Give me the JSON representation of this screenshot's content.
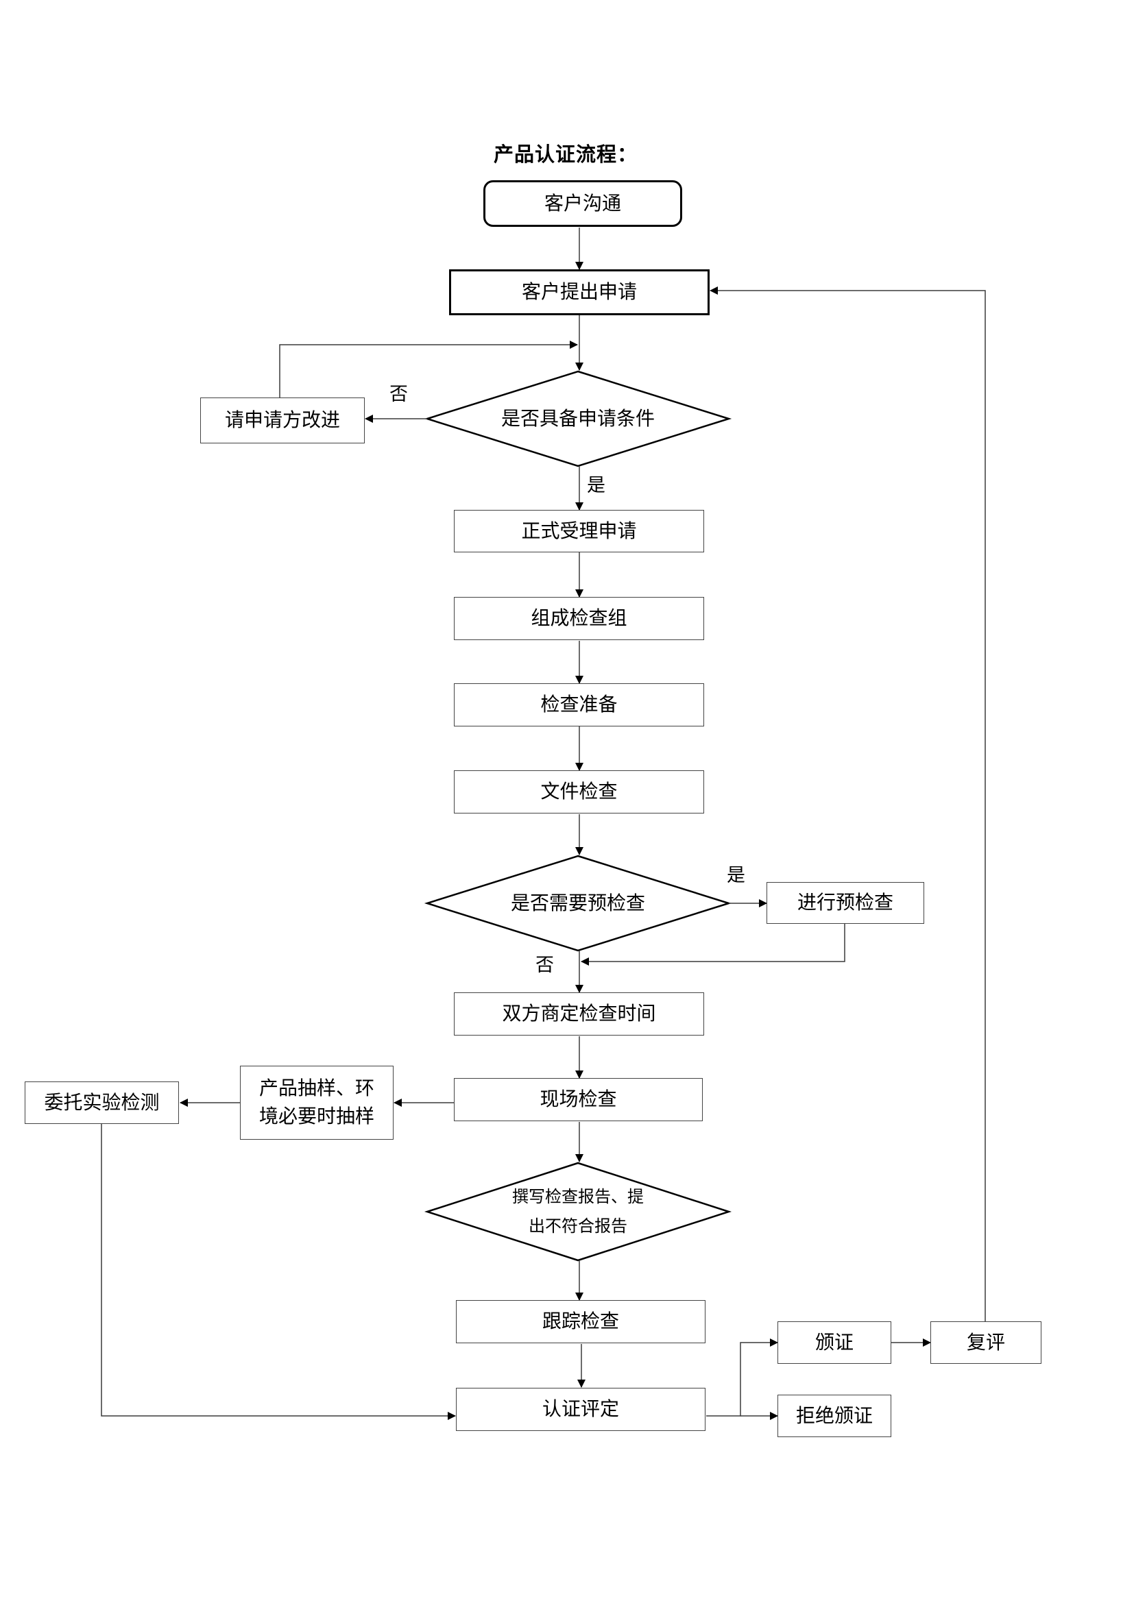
{
  "title": "产品认证流程：",
  "nodes": {
    "customer_communication": "客户沟通",
    "customer_application": "客户提出申请",
    "applicant_improve": "请申请方改进",
    "meets_conditions": "是否具备申请条件",
    "formal_acceptance": "正式受理申请",
    "form_inspection_team": "组成检查组",
    "inspection_preparation": "检查准备",
    "document_inspection": "文件检查",
    "need_pre_inspection": "是否需要预检查",
    "conduct_pre_inspection": "进行预检查",
    "agree_inspection_time": "双方商定检查时间",
    "onsite_inspection": "现场检查",
    "sampling_line1": "产品抽样、环",
    "sampling_line2": "境必要时抽样",
    "commission_lab_testing": "委托实验检测",
    "write_report_line1": "撰写检查报告、提",
    "write_report_line2": "出不符合报告",
    "follow_up_inspection": "跟踪检查",
    "certification_evaluation": "认证评定",
    "issue_certificate": "颁证",
    "refuse_certificate": "拒绝颁证",
    "re_evaluation": "复评"
  },
  "edge_labels": {
    "conditions_no": "否",
    "conditions_yes": "是",
    "pre_inspection_yes": "是",
    "pre_inspection_no": "否"
  },
  "colors": {
    "line": "#3a3a3a",
    "box_border": "#444444",
    "text": "#000000"
  }
}
